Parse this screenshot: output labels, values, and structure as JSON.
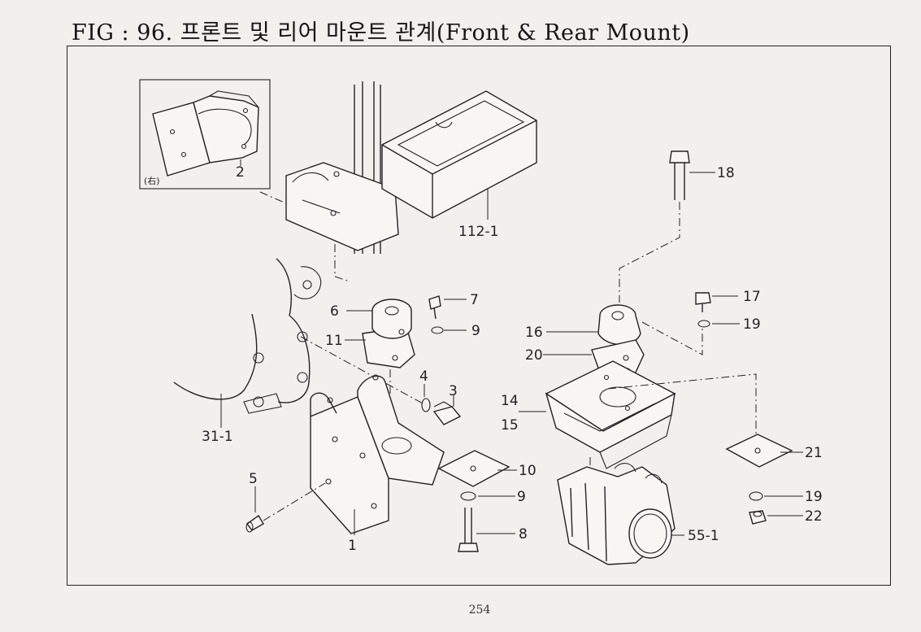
{
  "page": {
    "title": "FIG : 96. 프론트 및 리어 마운트 관계(Front & Rear Mount)",
    "page_number": "254"
  },
  "inset": {
    "label": "(右)"
  },
  "callouts": {
    "c1": "1",
    "c2": "2",
    "c3": "3",
    "c4": "4",
    "c5": "5",
    "c6": "6",
    "c7": "7",
    "c8": "8",
    "c9a": "9",
    "c9b": "9",
    "c10": "10",
    "c11": "11",
    "c14": "14",
    "c15": "15",
    "c16": "16",
    "c17": "17",
    "c18": "18",
    "c19a": "19",
    "c19b": "19",
    "c20": "20",
    "c21": "21",
    "c22": "22",
    "c31_1": "31-1",
    "c55_1": "55-1",
    "c112_1": "112-1"
  }
}
